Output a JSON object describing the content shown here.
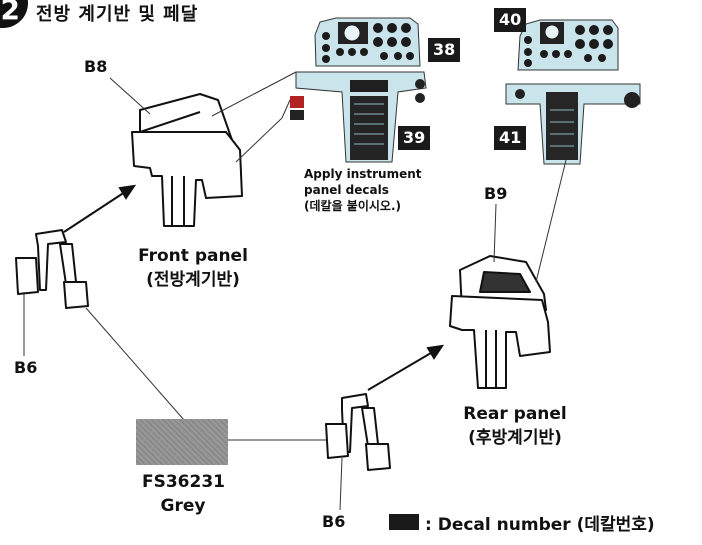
{
  "step": {
    "number": "2",
    "title": "전방 계기반 및 페달"
  },
  "parts": {
    "b8": "B8",
    "b9": "B9",
    "b6_left": "B6",
    "b6_bottom": "B6"
  },
  "decals": {
    "n38": "38",
    "n39": "39",
    "n40": "40",
    "n41": "41"
  },
  "apply_note": {
    "line1": "Apply instrument",
    "line2": "panel decals",
    "line3": "(데칼을 붙이시오.)"
  },
  "front_panel": {
    "label": "Front panel",
    "label_ko": "(전방계기반)"
  },
  "rear_panel": {
    "label": "Rear panel",
    "label_ko": "(후방계기반)"
  },
  "paint": {
    "code": "FS36231",
    "name": "Grey",
    "swatch_color": "#8f8f8f"
  },
  "legend": {
    "text": ": Decal number (데칼번호)"
  },
  "colors": {
    "panel_fill": "#c9e4ea",
    "ink": "#111111"
  }
}
